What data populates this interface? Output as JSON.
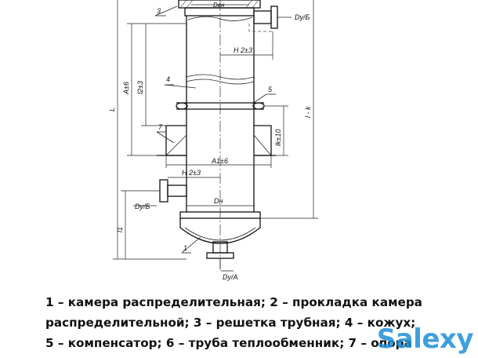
{
  "drawing": {
    "dimensions": {
      "dbh": "Dвн",
      "dy_b_top": "Dy/Б",
      "h2_top": "H 2±3",
      "a_tol": "A±6",
      "l2_tol": "l2±3",
      "l_total": "L",
      "l_k": "l - k",
      "lk": "lk±10",
      "a1": "A1±6",
      "h2_bottom": "H 2±3",
      "dy_b_bottom": "Dy/Б",
      "dn": "Dн",
      "l1": "l1",
      "dy_a": "Dy/A"
    },
    "parts": {
      "p1": "1",
      "p3": "3",
      "p4": "4",
      "p5": "5",
      "p7": "7"
    }
  },
  "caption": {
    "line1": "1 – камера распределительная; 2 – прокладка камера",
    "line2": "распределительной; 3 – решетка трубная; 4 – кожух;",
    "line3": "5 – компенсатор; 6 – труба теплообменник; 7 – опора"
  },
  "watermark": "Salexy"
}
